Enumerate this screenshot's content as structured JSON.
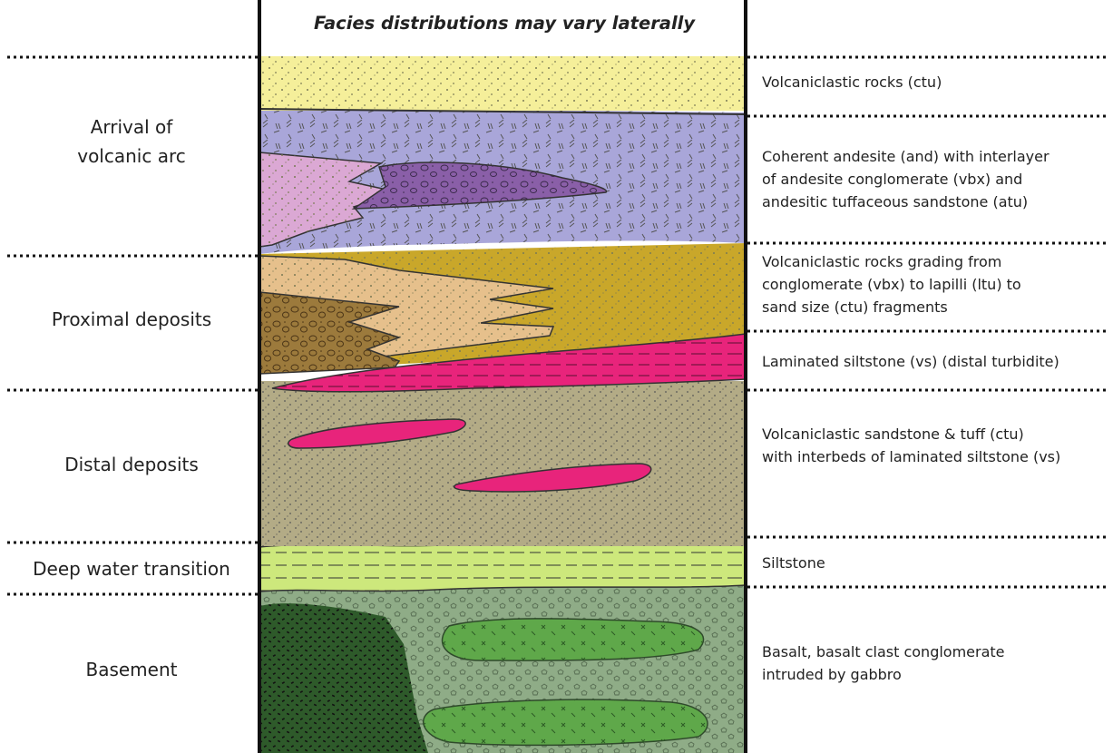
{
  "title": "Facies distributions may vary laterally",
  "stages": [
    {
      "key": "arc",
      "label": "Arrival of\nvolcanic arc"
    },
    {
      "key": "proximal",
      "label": "Proximal deposits"
    },
    {
      "key": "distal",
      "label": "Distal deposits"
    },
    {
      "key": "transition",
      "label": "Deep water transition"
    },
    {
      "key": "basement",
      "label": "Basement"
    }
  ],
  "descriptions": [
    {
      "key": "ctu_top",
      "text": "Volcaniclastic rocks (ctu)"
    },
    {
      "key": "andesite",
      "text": "Coherent andesite (and) with interlayer\nof andesite conglomerate (vbx) and\nandesitic tuffaceous sandstone (atu)"
    },
    {
      "key": "grading",
      "text": "Volcaniclastic rocks grading from\nconglomerate (vbx) to lapilli (ltu) to\nsand size (ctu) fragments"
    },
    {
      "key": "laminated",
      "text": "Laminated siltstone (vs) (distal turbidite)"
    },
    {
      "key": "sandstone",
      "text": "Volcaniclastic sandstone & tuff (ctu)\nwith interbeds of laminated siltstone (vs)"
    },
    {
      "key": "siltstone",
      "text": "Siltstone"
    },
    {
      "key": "basalt",
      "text": "Basalt, basalt clast conglomerate\nintruded by gabbro"
    }
  ],
  "colors": {
    "ctu_top": "#f5ef9a",
    "andesite": "#a9a6d9",
    "andesite_conglomerate": "#8a5fa8",
    "tuffaceous_sandstone": "#dba8d4",
    "vbx_conglomerate": "#9c7a3c",
    "lapilli": "#e6c08c",
    "sand_ctu": "#c9a72a",
    "laminated_siltstone": "#e8247b",
    "volcaniclastic_sandstone": "#b3ab86",
    "siltstone": "#cde87c",
    "basement": "#8fac87",
    "gabbro": "#2e5a2a",
    "basalt_lens": "#5fa84a"
  }
}
